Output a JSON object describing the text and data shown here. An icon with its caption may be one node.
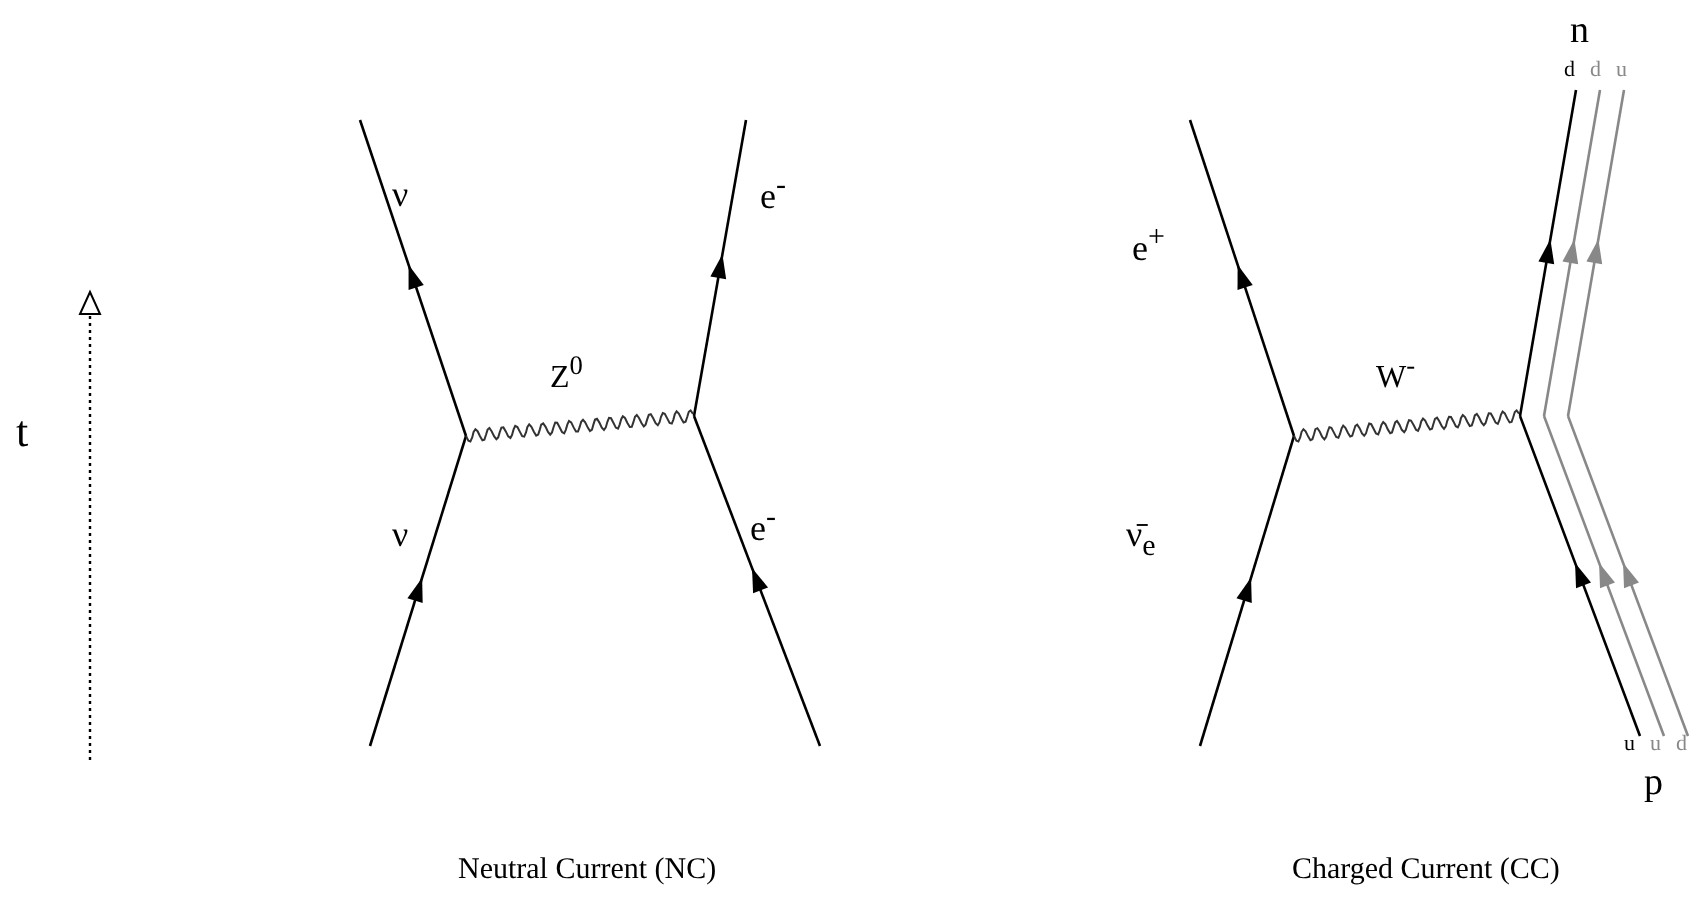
{
  "diagram": {
    "labels": [
      "n",
      "d",
      "d",
      "u",
      "ν",
      "e$^{-}$",
      "e$^{+}$",
      "t",
      "Z$^{0}$",
      "W$^{-}$",
      "ν",
      "e$^{-}$",
      "ν̄$_{e}$",
      "u",
      "u",
      "d",
      "p",
      "Neutral Current (NC)",
      "Charged Current (CC)"
    ]
  }
}
